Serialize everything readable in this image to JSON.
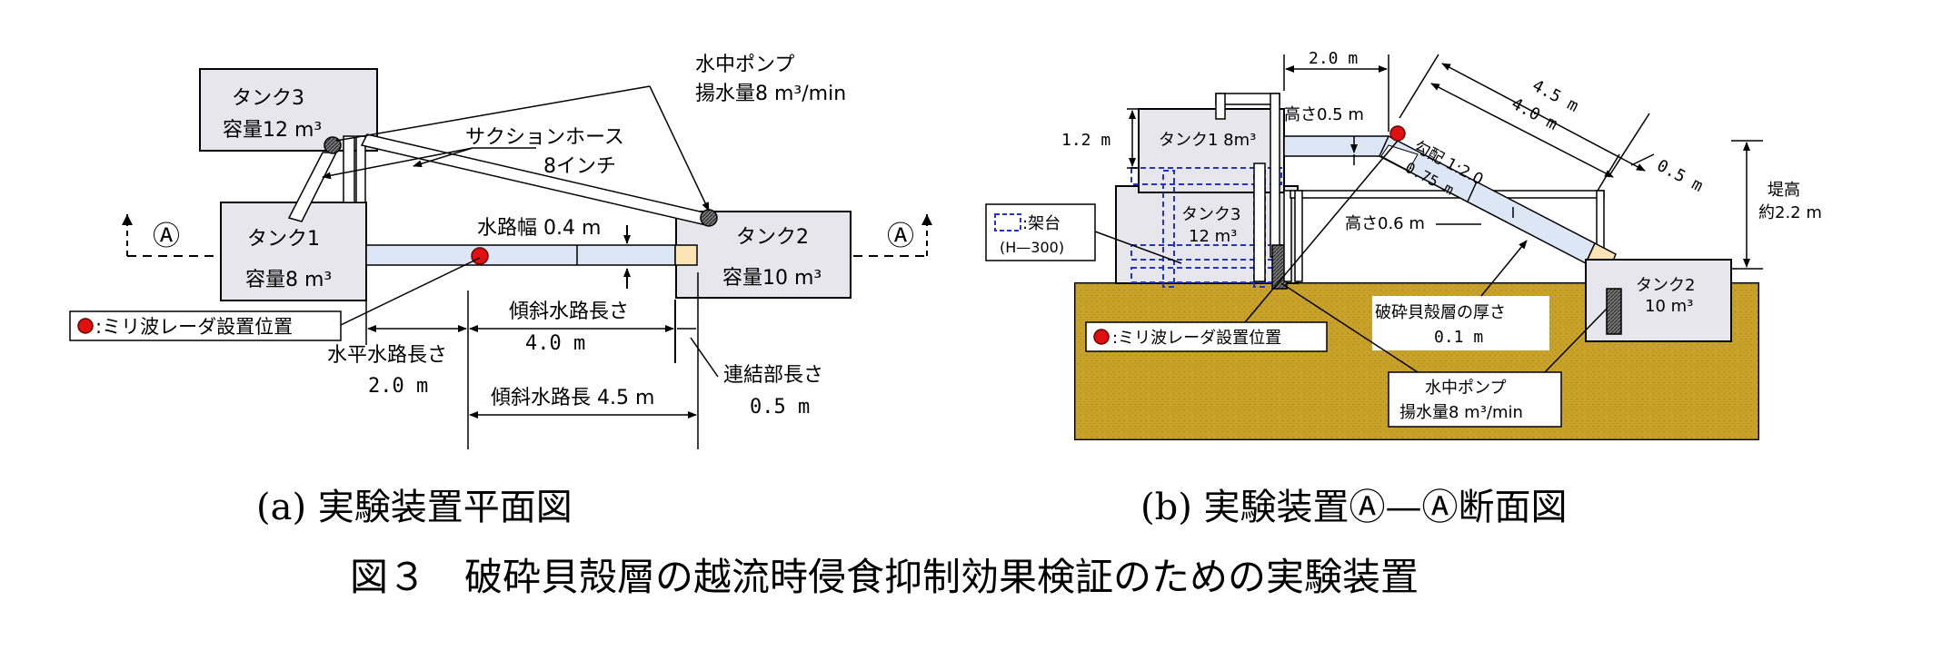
{
  "plan_view": {
    "tank3": {
      "line1": "タンク3",
      "line2": "容量12 m³"
    },
    "tank1": {
      "line1": "タンク1",
      "line2": "容量8 m³"
    },
    "tank2": {
      "line1": "タンク2",
      "line2": "容量10 m³"
    },
    "pump_label": {
      "line1": "水中ポンプ",
      "line2": "揚水量8 m³/min"
    },
    "hose_label": {
      "line1": "サクションホース",
      "line2": "8インチ"
    },
    "channel_width": "水路幅 0.4 m",
    "section_mark": "Ⓐ",
    "radar_legend": ":ミリ波レーダ設置位置",
    "horizontal_length": {
      "line1": "水平水路長さ",
      "line2": "2.0 m"
    },
    "inclined_length": {
      "line1": "傾斜水路長さ",
      "line2": "4.0 m"
    },
    "inclined_total": "傾斜水路長 4.5 m",
    "connection_length": {
      "line1": "連結部長さ",
      "line2": "0.5 m"
    }
  },
  "section_view": {
    "dim_top": "2.0 m",
    "dim_45": "4.5 m",
    "dim_40": "4.0 m",
    "dim_05": "0.5 m",
    "dim_12": "1.2 m",
    "height_05": "高さ0.5 m",
    "slope": "勾配 1:2.0",
    "dim_075": "0.75 m",
    "height_06": "高さ0.6 m",
    "levee_height": {
      "line1": "堤高",
      "line2": "約2.2 m"
    },
    "tank1": "タンク1 8m³",
    "tank3": {
      "line1": "タンク3",
      "line2": "12 m³"
    },
    "tank2": {
      "line1": "タンク2",
      "line2": "10 m³"
    },
    "stand_legend": {
      "line1": ":架台",
      "line2": "(H—300)"
    },
    "radar_legend": ":ミリ波レーダ設置位置",
    "shell_layer": {
      "line1": "破砕貝殻層の厚さ",
      "line2": "0.1 m"
    },
    "pump_label": {
      "line1": "水中ポンプ",
      "line2": "揚水量8 m³/min"
    }
  },
  "captions": {
    "a": "(a) 実験装置平面図",
    "b": "(b) 実験装置Ⓐ—Ⓐ断面図",
    "figure": "図３　破砕貝殻層の越流時侵食抑制効果検証のための実験装置"
  },
  "colors": {
    "tank_fill": "#e7e6ec",
    "channel_fill": "#dce6f4",
    "ground_fill": "#c9a22a",
    "radar_dot": "#e01010",
    "stand_outline": "#2233cc",
    "connector_fill": "#fbe5b6"
  }
}
